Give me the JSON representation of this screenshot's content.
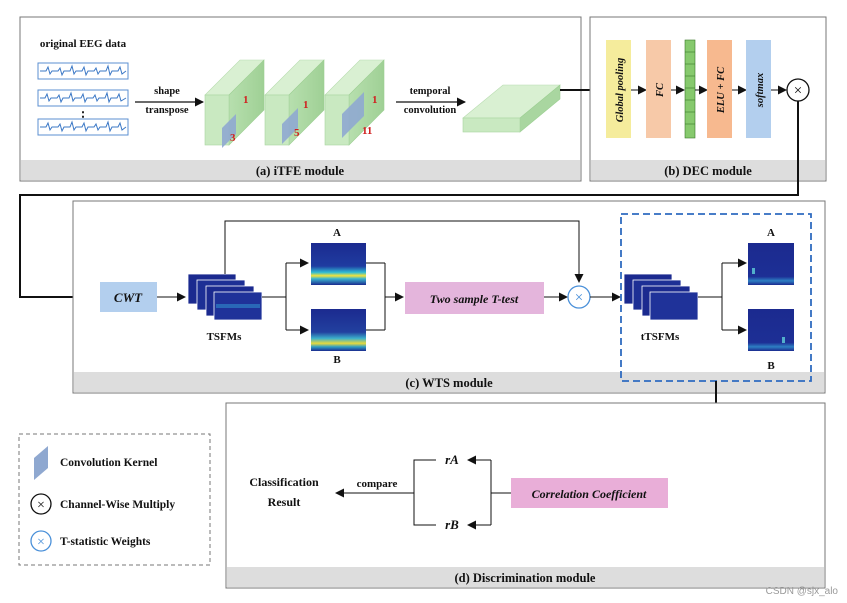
{
  "modules": {
    "itfe": "(a) iTFE module",
    "dec": "(b) DEC module",
    "wts": "(c) WTS module",
    "disc": "(d) Discrimination module"
  },
  "itfe": {
    "eeg_title": "original EEG data",
    "eeg_dots": "⋮",
    "shape": "shape",
    "transpose": "transpose",
    "temporal": "temporal",
    "convolution": "convolution",
    "kernel_labels": [
      {
        "top": "1",
        "bottom": "3"
      },
      {
        "top": "1",
        "bottom": "5"
      },
      {
        "top": "1",
        "bottom": "11"
      }
    ]
  },
  "dec": {
    "global_pooling": "Global pooling",
    "fc": "FC",
    "elu_fc": "ELU + FC",
    "softmax": "softmax",
    "multiply_symbol": "×"
  },
  "wts": {
    "cwt": "CWT",
    "tsfms": "TSFMs",
    "label_a": "A",
    "label_b": "B",
    "ttest": "Two sample T-test",
    "weight_symbol": "×",
    "ttsfms": "tTSFMs",
    "label_a2": "A",
    "label_b2": "B"
  },
  "disc": {
    "classification": "Classification",
    "result": "Result",
    "compare": "compare",
    "ra": "rA",
    "rb": "rB",
    "correlation": "Correlation Coefficient"
  },
  "legend": {
    "kernel": "Convolution Kernel",
    "channel_multiply": "Channel-Wise Multiply",
    "tstat_weights": "T-statistic Weights"
  },
  "watermark": "CSDN @sjx_alo",
  "colors": {
    "green": "#c9e9c1",
    "green_dark": "#9ccf92",
    "kernel_blue": "#8fa8d0",
    "yellow": "#f5ec9c",
    "orange": "#f7c9a8",
    "orange2": "#f7b98f",
    "light_blue": "#b3cfee",
    "pink": "#e4b5dc",
    "pink2": "#e9aed8",
    "circle_blue": "#4a90d9",
    "dash_blue": "#2f6bc0",
    "gray_band": "#dddddd",
    "map_dark": "#1b2a8f"
  }
}
